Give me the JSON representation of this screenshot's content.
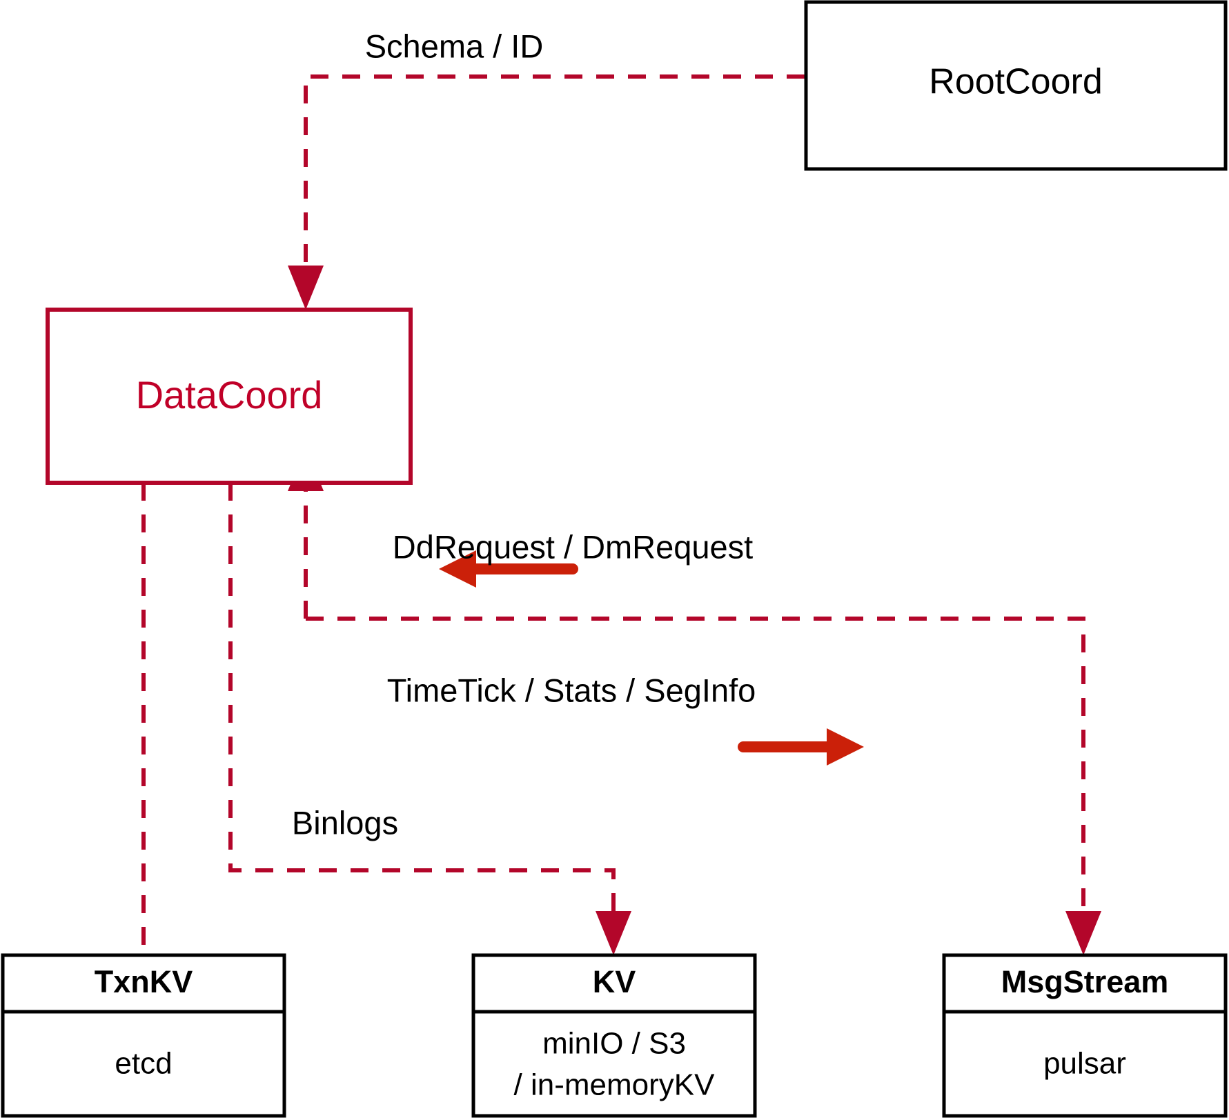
{
  "diagram": {
    "title": "DataCoord component interaction diagram",
    "colors": {
      "accent_red": "#b3062a",
      "solid_arrow_red": "#cb2009",
      "node_text_red": "#c00028",
      "black": "#000000",
      "background": "#ffffff"
    },
    "nodes": {
      "rootcoord": {
        "label": "RootCoord"
      },
      "datacoord": {
        "label": "DataCoord"
      },
      "txnkv": {
        "title": "TxnKV",
        "detail": "etcd"
      },
      "kv": {
        "title": "KV",
        "detail_line1": "minIO / S3",
        "detail_line2": "/ in-memoryKV"
      },
      "msgstream": {
        "title": "MsgStream",
        "detail": "pulsar"
      }
    },
    "edge_labels": {
      "schema_id": "Schema / ID",
      "dd_dm_request": "DdRequest / DmRequest",
      "timetick_stats_seginfo": "TimeTick / Stats / SegInfo",
      "binlogs": "Binlogs"
    },
    "arrow_icons": {
      "inbound_to_datacoord": "arrow-down-icon",
      "outbound_from_msgstream": "arrow-left-icon",
      "inbound_to_msgstream": "arrow-right-icon",
      "arrow_to_kv": "arrow-down-icon",
      "arrow_up_to_datacoord": "arrow-up-icon"
    }
  }
}
